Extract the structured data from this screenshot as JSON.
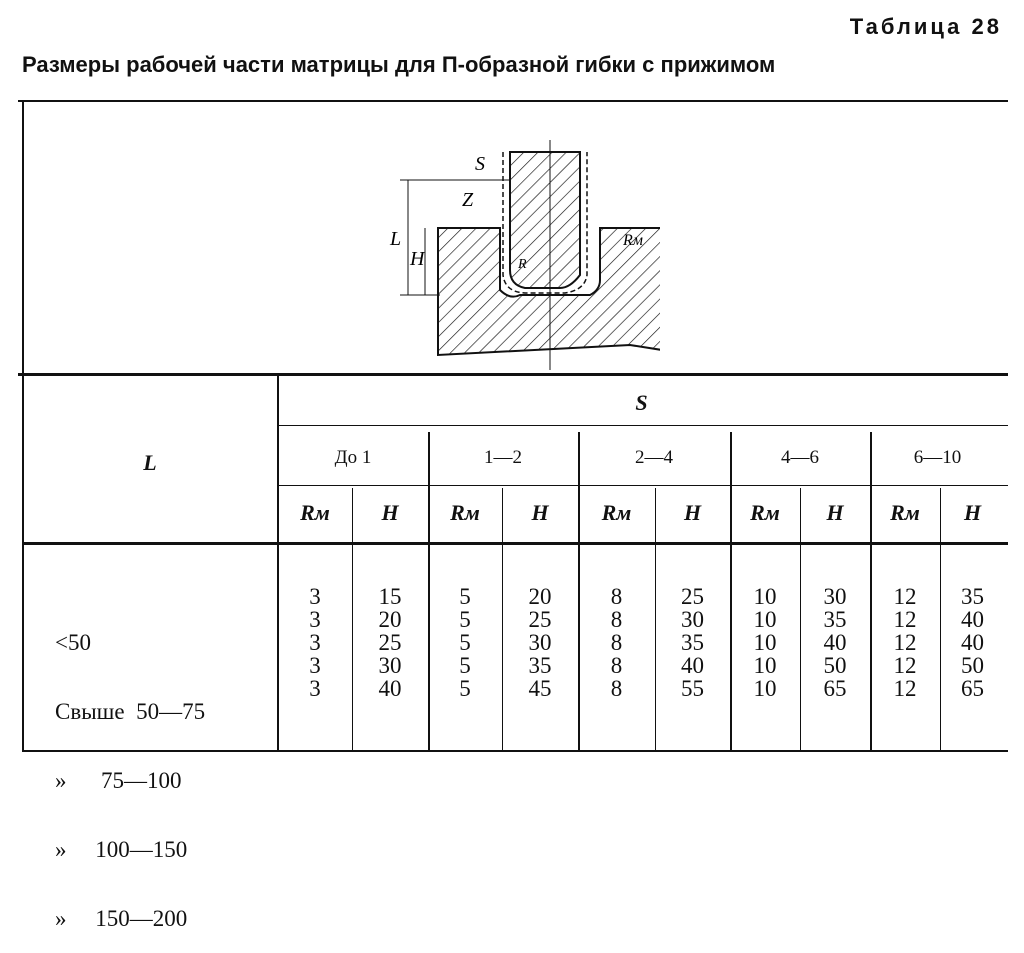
{
  "table_number": "Таблица 28",
  "title": "Размеры рабочей части матрицы для П-образной гибки с прижимом",
  "figure": {
    "labels": [
      "S",
      "Z",
      "L",
      "H",
      "R",
      "Rм"
    ]
  },
  "header": {
    "l": "L",
    "s": "S",
    "groups": [
      "До 1",
      "1—2",
      "2—4",
      "4—6",
      "6—10"
    ],
    "rm": "Rм",
    "h": "H"
  },
  "rows": [
    {
      "l": "<50",
      "values": [
        "3",
        "15",
        "5",
        "20",
        "8",
        "25",
        "10",
        "30",
        "12",
        "35"
      ]
    },
    {
      "l": "Свыше  50—75",
      "values": [
        "3",
        "20",
        "5",
        "25",
        "8",
        "30",
        "10",
        "35",
        "12",
        "40"
      ]
    },
    {
      "l": "»      75—100",
      "values": [
        "3",
        "25",
        "5",
        "30",
        "8",
        "35",
        "10",
        "40",
        "12",
        "40"
      ]
    },
    {
      "l": "»     100—150",
      "values": [
        "3",
        "30",
        "5",
        "35",
        "8",
        "40",
        "10",
        "50",
        "12",
        "50"
      ]
    },
    {
      "l": "»     150—200",
      "values": [
        "3",
        "40",
        "5",
        "45",
        "8",
        "55",
        "10",
        "65",
        "12",
        "65"
      ]
    }
  ]
}
